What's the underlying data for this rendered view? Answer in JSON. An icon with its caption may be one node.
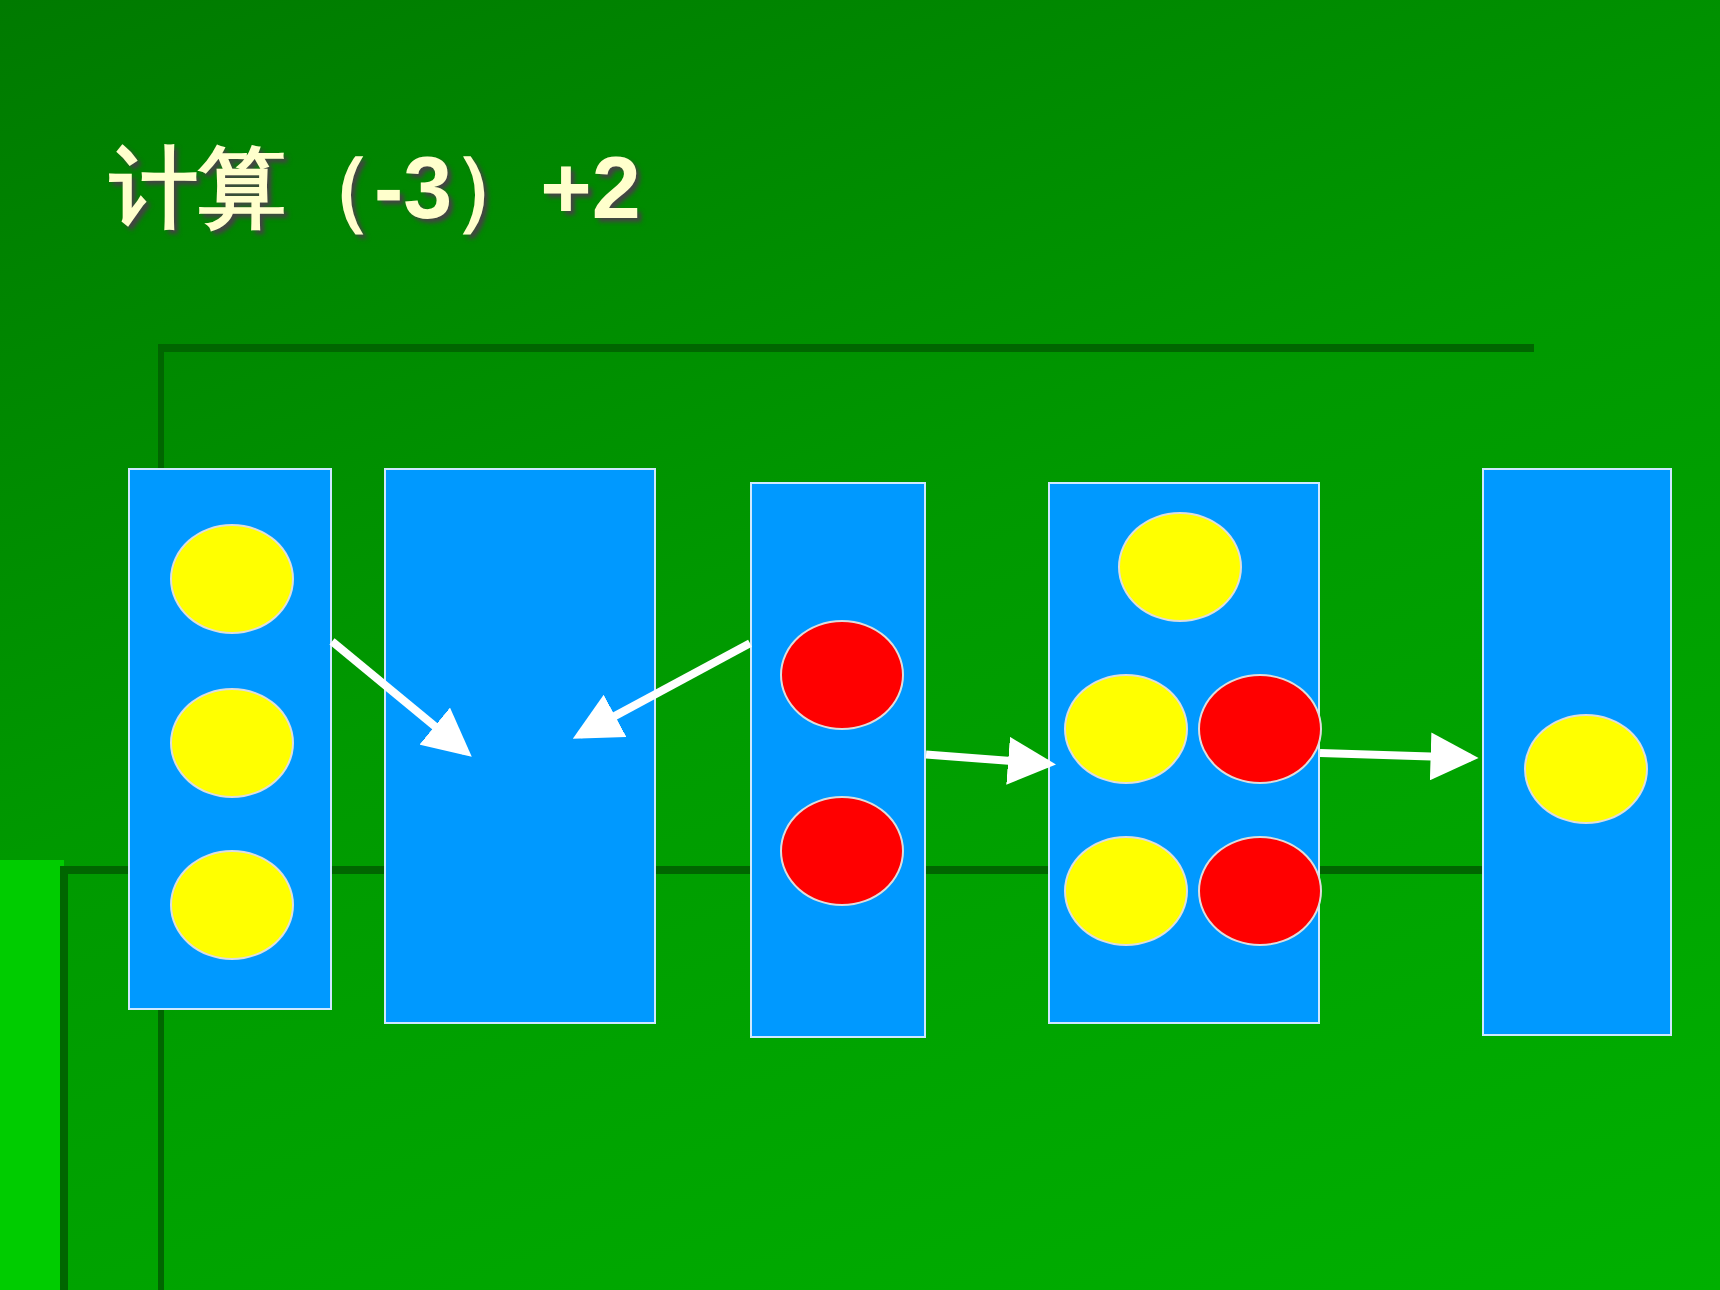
{
  "diagram": {
    "title": "计算（-3）+2",
    "nodes": [
      {
        "text": [],
        "shape": "box"
      },
      {
        "text": [],
        "shape": "circle",
        "in": 0
      },
      {
        "text": [],
        "shape": "circle",
        "in": 0
      },
      {
        "text": [],
        "shape": "circle",
        "in": 0
      },
      {
        "text": [],
        "shape": "box"
      },
      {
        "text": [],
        "shape": "box"
      },
      {
        "text": [],
        "shape": "circle",
        "in": 5
      },
      {
        "text": [],
        "shape": "circle",
        "in": 5
      },
      {
        "text": [],
        "shape": "box"
      },
      {
        "text": [],
        "shape": "circle",
        "in": 8
      },
      {
        "text": [],
        "shape": "circle",
        "in": 8
      },
      {
        "text": [],
        "shape": "circle",
        "in": 8
      },
      {
        "text": [],
        "shape": "circle",
        "in": 8
      },
      {
        "text": [],
        "shape": "circle",
        "in": 8
      },
      {
        "text": [],
        "shape": "box"
      },
      {
        "text": [],
        "shape": "circle",
        "in": 14
      }
    ],
    "edges": [
      {
        "from": 0,
        "to": 4,
        "arrow": "to"
      },
      {
        "from": 5,
        "to": 4,
        "arrow": "to"
      },
      {
        "from": 5,
        "to": 8,
        "arrow": "to"
      },
      {
        "from": 8,
        "to": 14,
        "arrow": "to"
      }
    ]
  }
}
